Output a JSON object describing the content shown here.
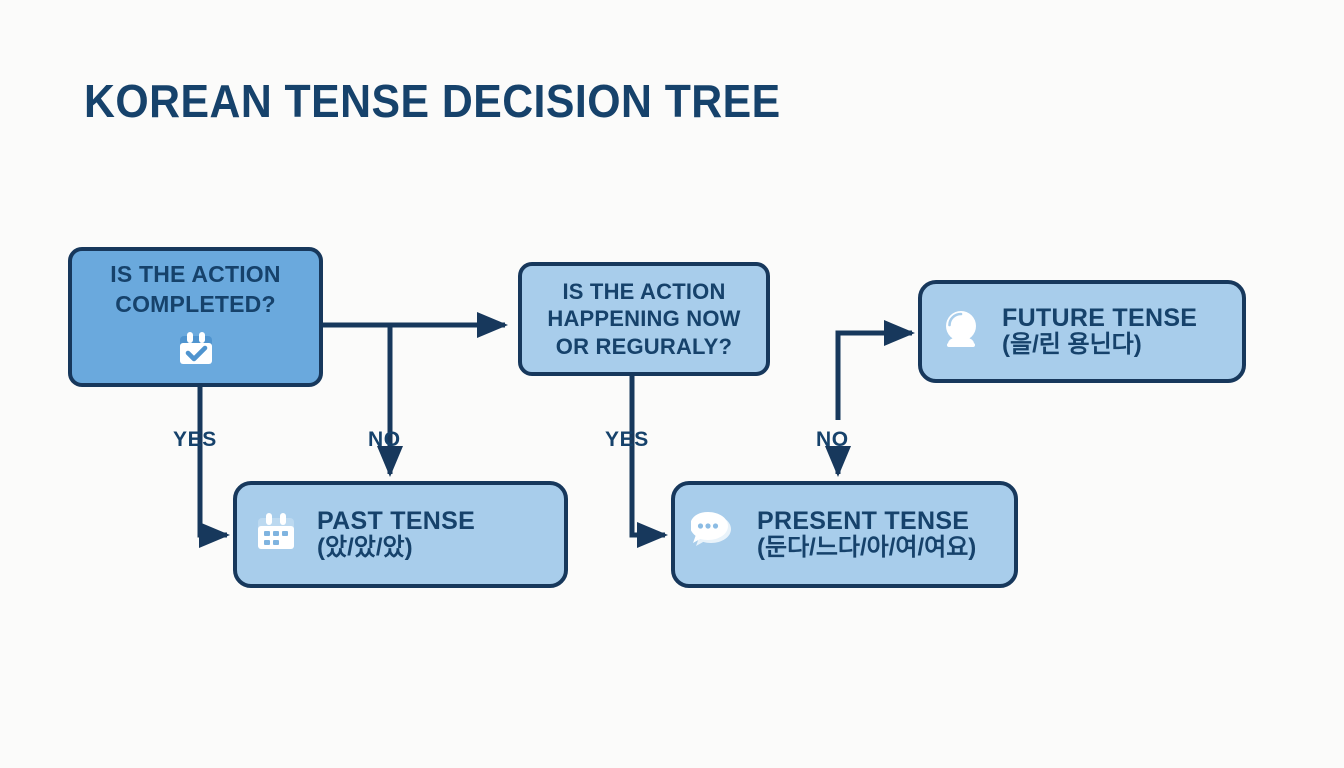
{
  "title": "KOREAN TENSE DECISION TREE",
  "colors": {
    "background": "#fbfbfa",
    "title_text": "#16426b",
    "line": "#17385c",
    "decision_primary_fill": "#6aa9dd",
    "decision_secondary_fill": "#a8cdeb",
    "result_fill": "#a8cdeb",
    "border": "#17385c",
    "node_text": "#16426b",
    "icon": "#ffffff"
  },
  "nodes": {
    "q1": {
      "id": "is-action-completed",
      "type": "decision",
      "text_lines": [
        "IS THE ACTION",
        "COMPLETED?"
      ],
      "text": "IS THE ACTION COMPLETED?",
      "icon": "calendar-check-icon"
    },
    "q2": {
      "id": "is-action-happening-now",
      "type": "decision",
      "text_lines": [
        "IS THE ACTION",
        "HAPPENING NOW",
        "OR REGURALY?"
      ],
      "text": "IS THE ACTION HAPPENING NOW OR REGURALY?"
    },
    "past": {
      "id": "past-tense",
      "type": "result",
      "label_en": "PAST TENSE",
      "label_ko": "(았/았/았)",
      "icon": "calendar-icon"
    },
    "present": {
      "id": "present-tense",
      "type": "result",
      "label_en": "PRESENT TENSE",
      "label_ko": "(둔다/느다/아/여/여요)",
      "icon": "speech-bubbles-icon"
    },
    "future": {
      "id": "future-tense",
      "type": "result",
      "label_en": "FUTURE TENSE",
      "label_ko": "(을/린 용닌다)",
      "icon": "crystal-ball-icon"
    }
  },
  "edges": [
    {
      "from": "q1",
      "to": "past",
      "label": "YES"
    },
    {
      "from": "q1",
      "to": "q2",
      "label": "NO"
    },
    {
      "from": "q2",
      "to": "present",
      "label": "YES"
    },
    {
      "from": "q2",
      "to": "future",
      "label": "NO"
    }
  ],
  "edge_labels": {
    "yes1": "YES",
    "no1": "NO",
    "yes2": "YES",
    "no2": "NO"
  }
}
